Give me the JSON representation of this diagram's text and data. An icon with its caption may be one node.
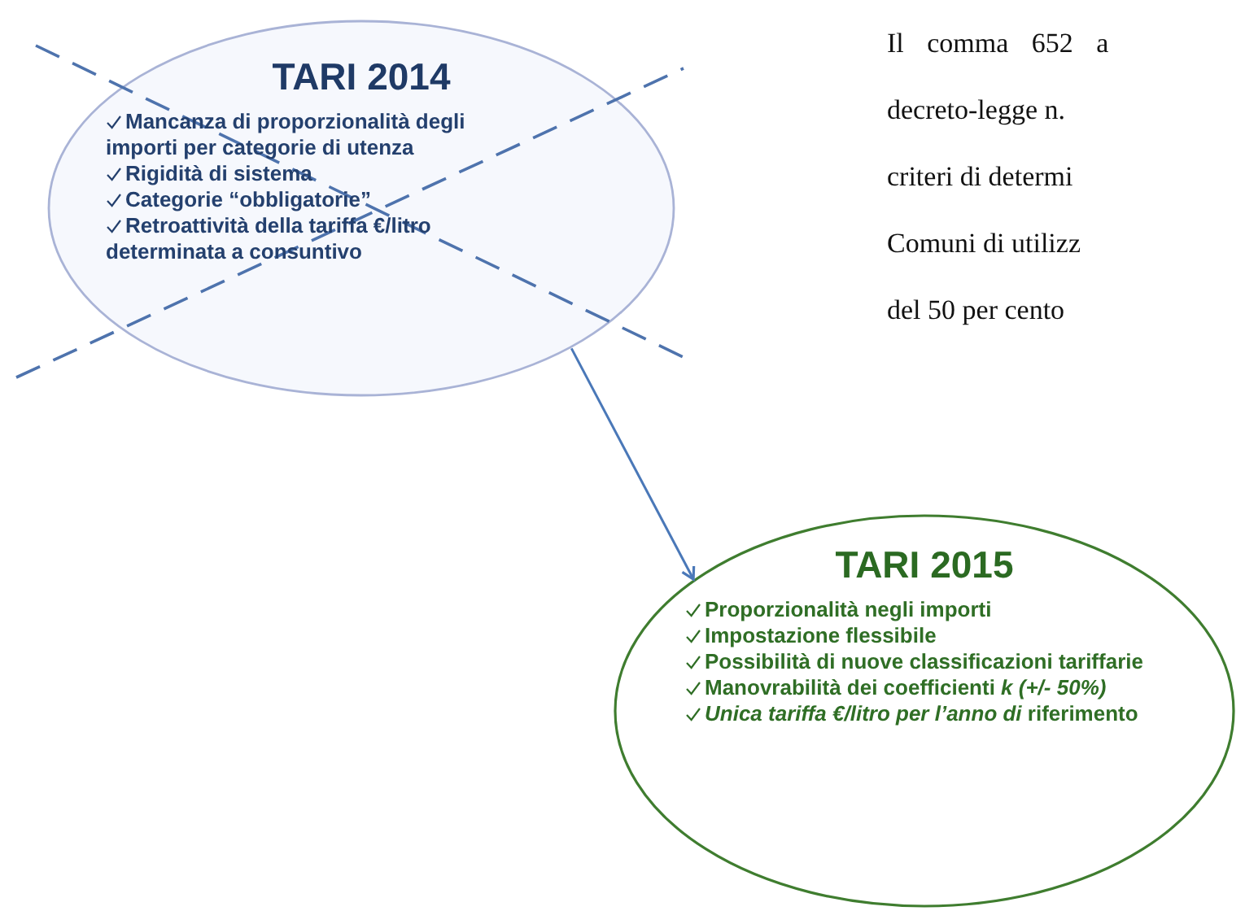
{
  "diagram": {
    "nodes": [
      {
        "text": [
          "TARI 2014",
          "Mancanza di proporzionalità degli importi per categorie di utenza",
          "Rigidità di sistema",
          "Categorie “obbligatorie”",
          "Retroattività della tariffa €/litro determinata a consuntivo"
        ]
      },
      {
        "text": [
          "TARI 2015",
          "Proporzionalità negli importi",
          "Impostazione flessibile",
          "Possibilità di nuove classificazioni tariffarie",
          "Manovrabilità dei coefficienti *k (+/- 50%)*",
          "*Unica tariffa €/litro per l’anno di* riferimento"
        ]
      }
    ],
    "edges": [
      {
        "from": 0,
        "to": 1,
        "arrow": "to"
      }
    ],
    "labels": [
      "Il comma 652 a",
      "decreto-legge n.",
      "criteri di determi",
      "Comuni di utilizz",
      "del 50 per cento"
    ]
  }
}
